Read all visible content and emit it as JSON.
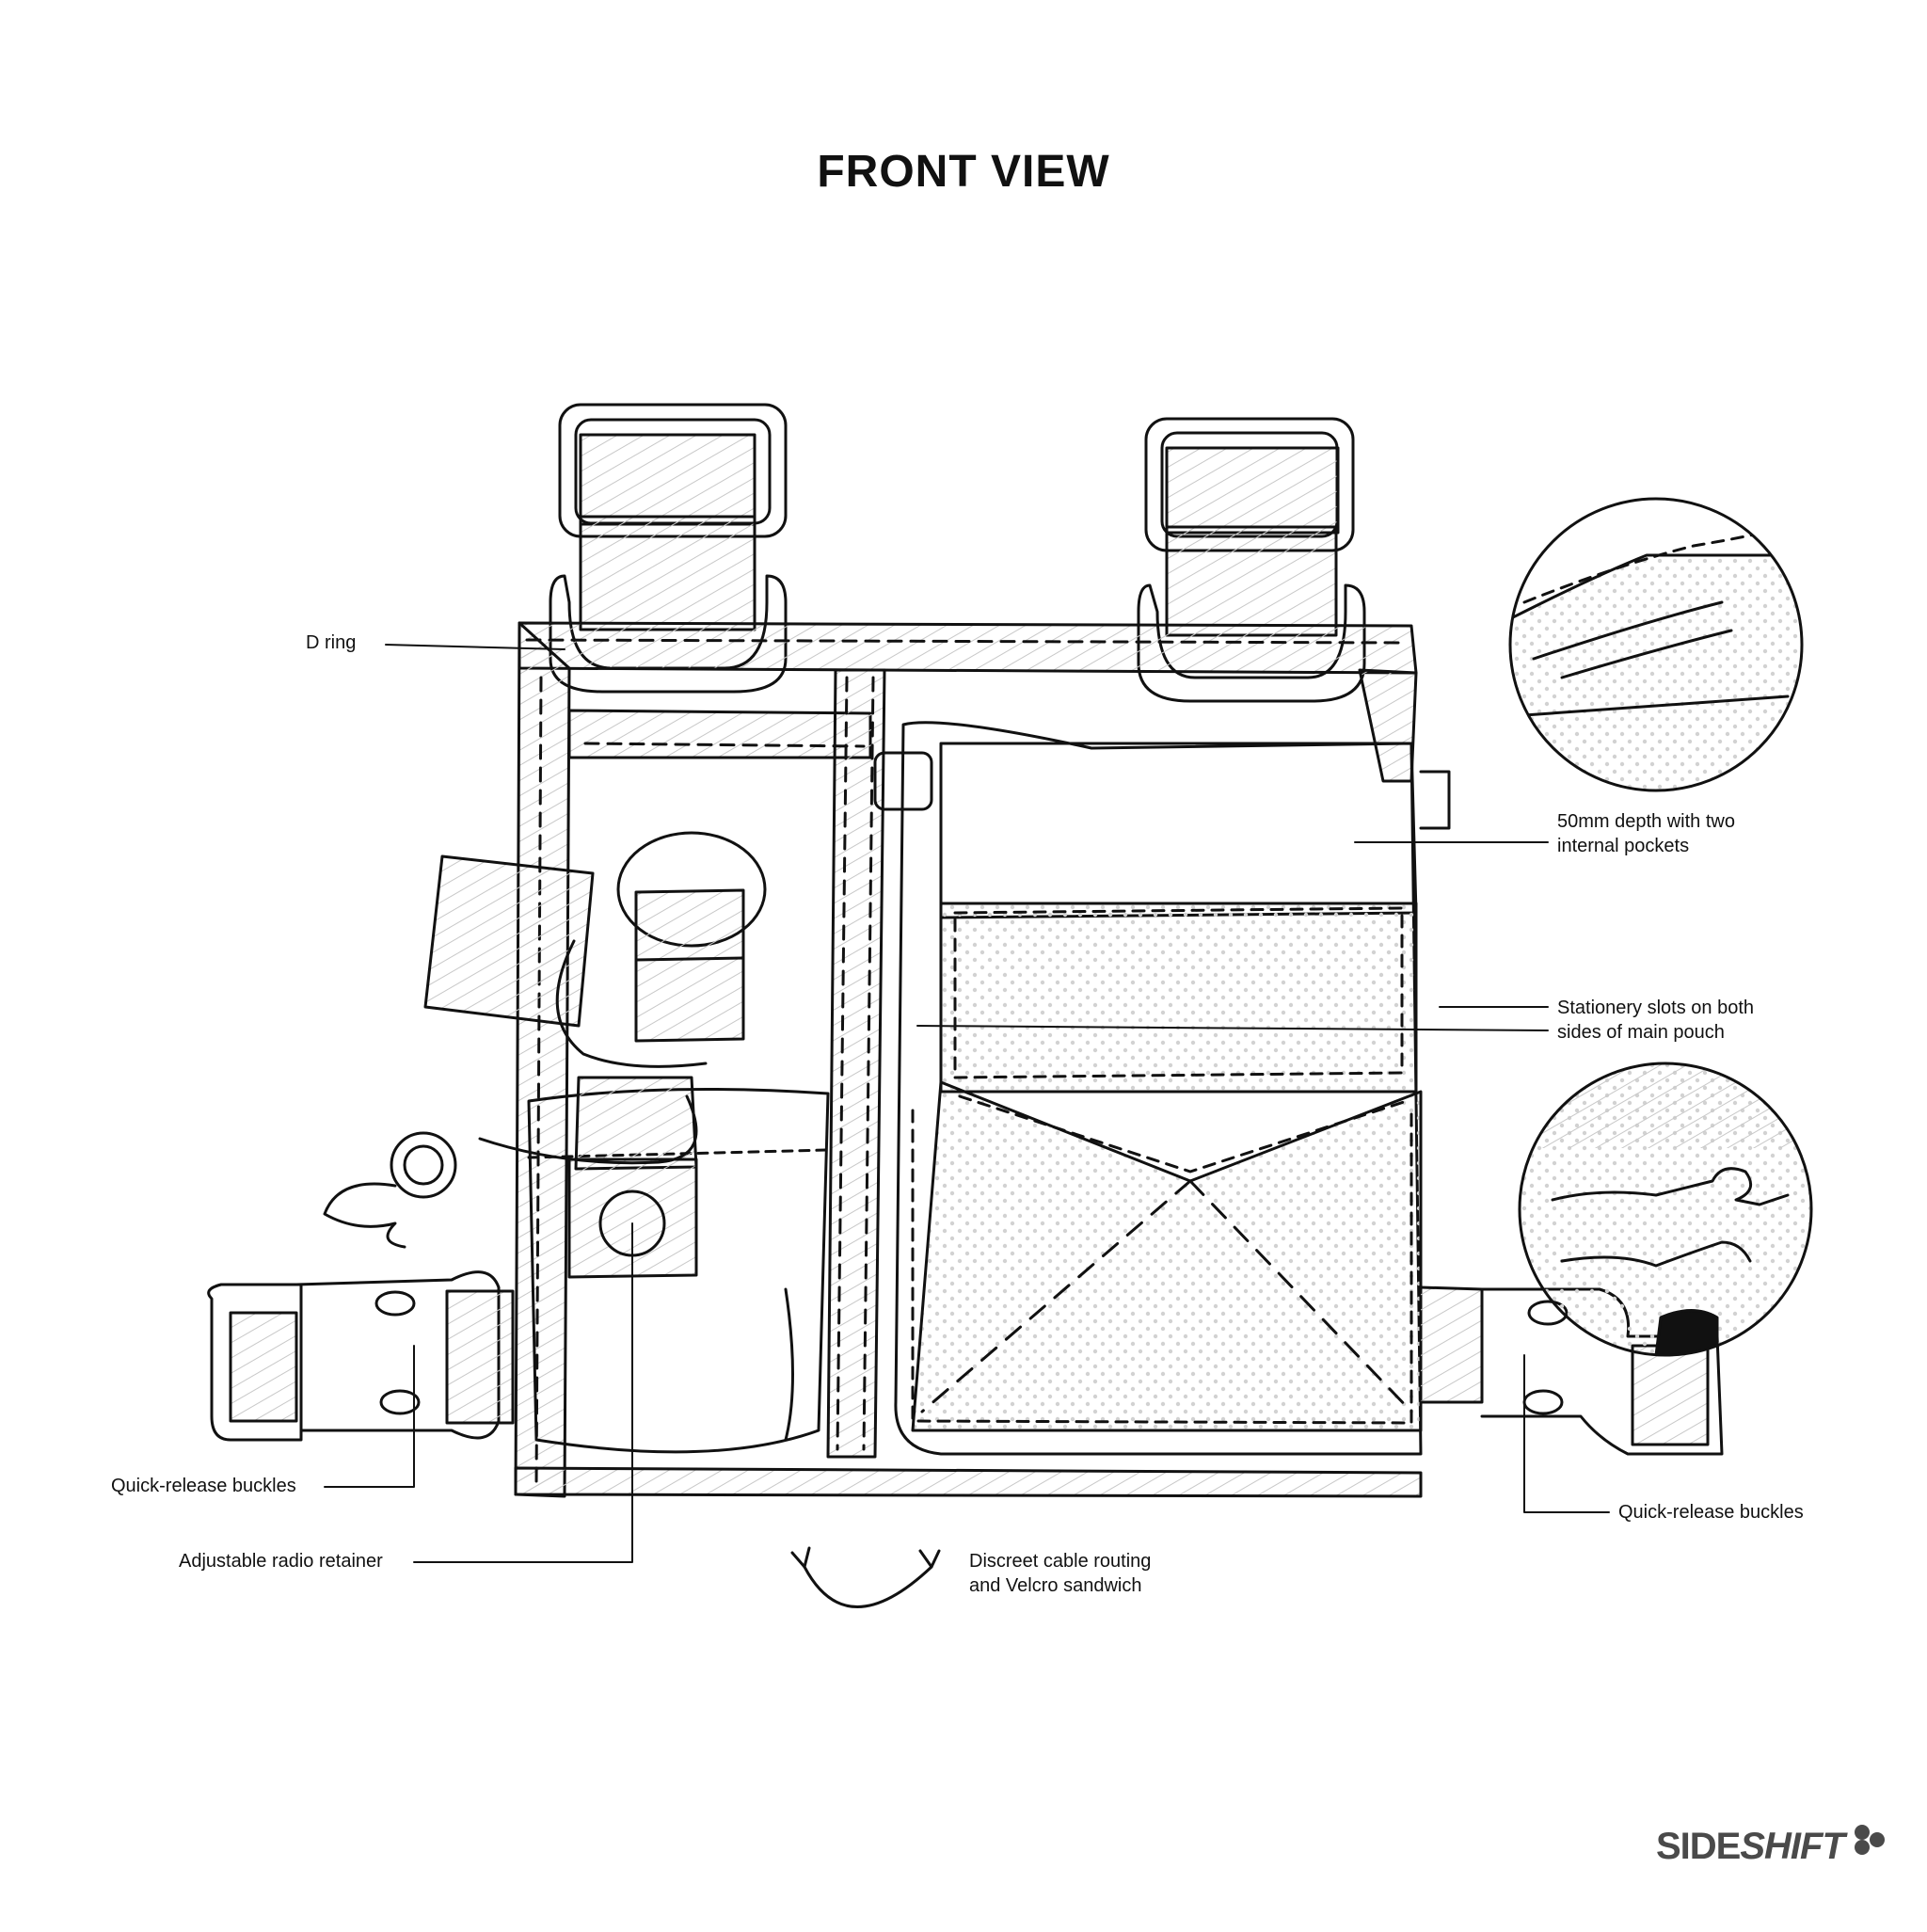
{
  "header": {
    "title": "FRONT VIEW"
  },
  "callouts": {
    "d_ring": "D ring",
    "depth_line1": "50mm depth with two",
    "depth_line2": "internal pockets",
    "stationery_line1": "Stationery slots on both",
    "stationery_line2": "sides of main pouch",
    "buckles_left": "Quick-release buckles",
    "buckles_right": "Quick-release buckles",
    "radio_retainer": "Adjustable radio retainer",
    "cable_line1": "Discreet cable routing",
    "cable_line2": "and Velcro sandwich"
  },
  "brand": {
    "part1": "SIDE",
    "part2": "SHIFT",
    "mark_icon": "three-dots-logo-icon"
  },
  "colors": {
    "ink": "#111111",
    "hatch": "#c8c8c8",
    "dots": "#d2d2d2",
    "brand": "#4a4a4a"
  }
}
